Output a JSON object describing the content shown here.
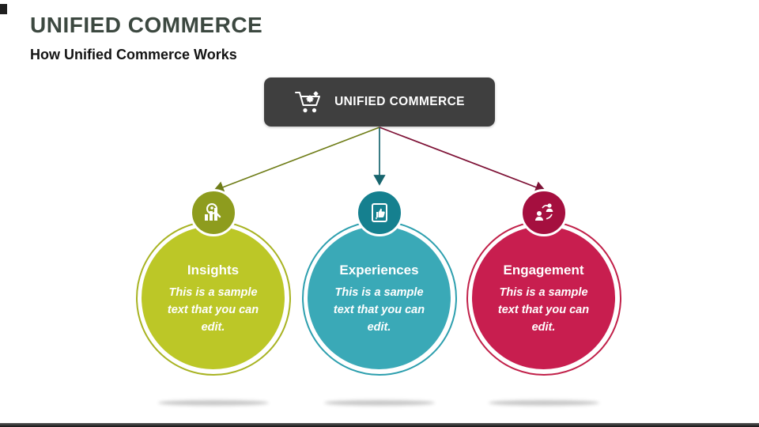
{
  "title": "UNIFIED COMMERCE",
  "subtitle": "How Unified Commerce Works",
  "header": {
    "label": "UNIFIED COMMERCE",
    "icon": "cart-gears-icon"
  },
  "nodes": [
    {
      "title": "Insights",
      "body": "This is a sample text that you can edit.",
      "fill_color": "#bcc727",
      "ring_color": "#a8b322",
      "icon_circle_color": "#8e9c1e",
      "connector_color": "#6f7d18",
      "icon": "analytics-search-icon"
    },
    {
      "title": "Experiences",
      "body": "This is a sample text that you can edit.",
      "fill_color": "#3aa9b7",
      "ring_color": "#2d9fae",
      "icon_circle_color": "#15808f",
      "connector_color": "#17656e",
      "icon": "thumbs-up-card-icon"
    },
    {
      "title": "Engagement",
      "body": "This is a sample text that you can edit.",
      "fill_color": "#c81e4f",
      "ring_color": "#c12049",
      "icon_circle_color": "#a50f3f",
      "connector_color": "#7e1236",
      "icon": "people-share-icon"
    }
  ],
  "header_box_color": "#3f3f3f",
  "title_color": "#3c4840"
}
